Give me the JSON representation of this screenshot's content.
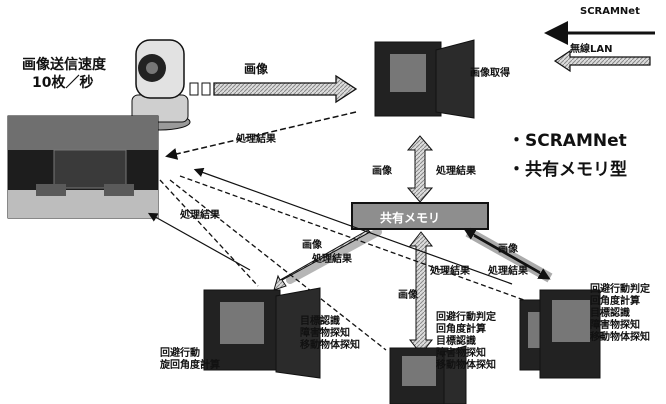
{
  "legend": {
    "scramnet": "SCRAMNet",
    "wireless_lan": "無線LAN"
  },
  "camera": {
    "title_line1": "画像送信速度",
    "title_line2": "10枚／秒"
  },
  "memory": {
    "label": "共有メモリ"
  },
  "labels": {
    "image_top": "画像",
    "acquire": "画像取得",
    "image_center": "画像",
    "result_center": "処理結果",
    "result_robot": "処理結果",
    "result_left": "処理結果",
    "image_left": "画像",
    "result_left_mem": "処理結果",
    "image_bottom": "画像",
    "result_mid": "処理結果",
    "image_right": "画像",
    "result_right": "処理結果"
  },
  "notes": [
    "・SCRAMNet",
    "・共有メモリ型"
  ],
  "pcs": {
    "left": {
      "lines": [
        "回避行動",
        "旋回角度計算"
      ]
    },
    "mid_left": {
      "lines": [
        "目標認識",
        "障害物探知",
        "移動物体探知"
      ]
    },
    "mid_right": {
      "lines": [
        "回避行動判定",
        "回角度計算",
        "目標認識",
        "障害物探知",
        "移動物体探知"
      ]
    },
    "right": {
      "lines": [
        "回避行動判定",
        "回角度計算",
        "目標認識",
        "障害物探知",
        "移動物体探知"
      ]
    }
  },
  "colors": {
    "arrow_fill": "#dcdcdc",
    "memory_fill": "#8e8e8e",
    "ink": "#111111"
  }
}
